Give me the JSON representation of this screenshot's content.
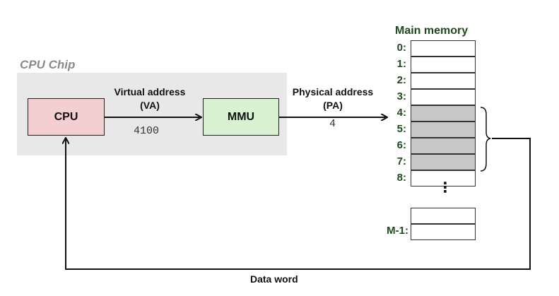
{
  "chip": {
    "title": "CPU Chip"
  },
  "cpu": {
    "label": "CPU"
  },
  "mmu": {
    "label": "MMU"
  },
  "virtual_address": {
    "line1": "Virtual address",
    "line2": "(VA)",
    "value": "4100"
  },
  "physical_address": {
    "line1": "Physical address",
    "line2": "(PA)",
    "value": "4"
  },
  "memory": {
    "title": "Main memory",
    "rows": [
      {
        "label": "0:",
        "shaded": false
      },
      {
        "label": "1:",
        "shaded": false
      },
      {
        "label": "2:",
        "shaded": false
      },
      {
        "label": "3:",
        "shaded": false
      },
      {
        "label": "4:",
        "shaded": true
      },
      {
        "label": "5:",
        "shaded": true
      },
      {
        "label": "6:",
        "shaded": true
      },
      {
        "label": "7:",
        "shaded": true
      },
      {
        "label": "8:",
        "shaded": false
      }
    ],
    "last_row": {
      "label": "M-1:"
    },
    "ellipsis": "⋮"
  },
  "data_word": {
    "label": "Data word"
  },
  "colors": {
    "cpu_fill": "#f4cfd2",
    "mmu_fill": "#d8f2d2",
    "shaded_cell": "#c8c8c8",
    "address_label": "#1f4a1f",
    "chip_bg": "#e8e8e8"
  }
}
